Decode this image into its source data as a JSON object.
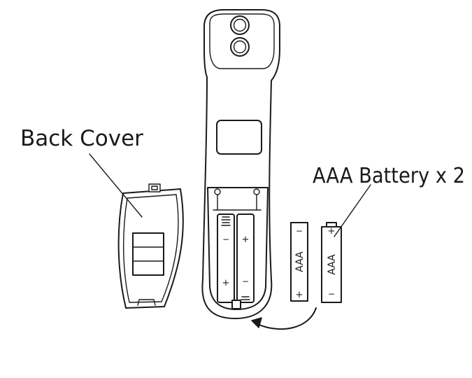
{
  "labels": {
    "back_cover": "Back Cover",
    "battery": "AAA Battery x 2"
  },
  "battery_text": {
    "type": "AAA",
    "plus": "+",
    "minus": "−"
  },
  "colors": {
    "line": "#1a1a1a",
    "background": "#ffffff"
  }
}
